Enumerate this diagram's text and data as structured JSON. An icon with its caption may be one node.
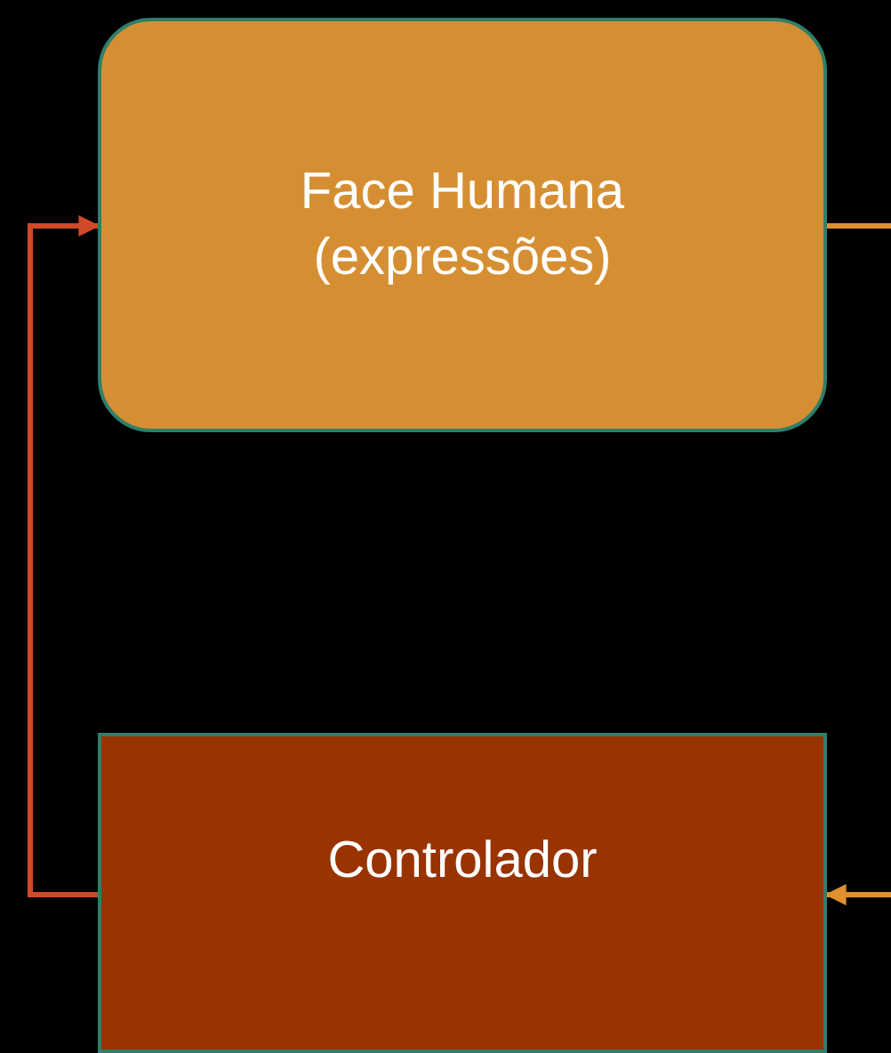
{
  "diagram": {
    "nodes": [
      {
        "text": [
          "Face Humana (expressões)"
        ]
      },
      {
        "text": [
          "Controlador"
        ]
      }
    ],
    "edges": [
      {
        "from": 1,
        "to": 0,
        "arrow": "to",
        "color": "#d04a2a"
      },
      {
        "from": 0,
        "to": null,
        "arrow": "none"
      },
      {
        "from": null,
        "to": 1,
        "arrow": "to"
      }
    ]
  }
}
